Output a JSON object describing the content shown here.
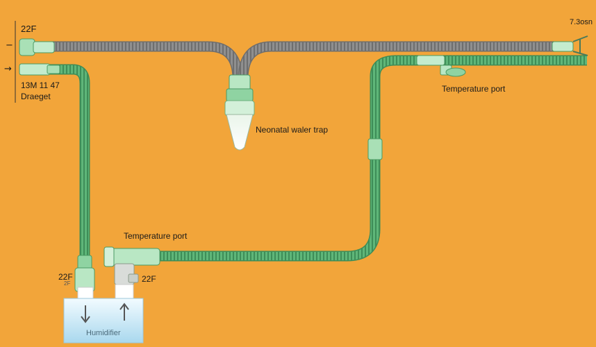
{
  "labels": {
    "top_left_size": "22F",
    "top_right_size": "7.3osn",
    "model_code": "13M 11 47",
    "brand": "Draeget",
    "water_trap": "Neonatal waler trap",
    "temp_port_right": "Temperature port",
    "temp_port_bottom": "Temperature port",
    "humidifier_left_size": "22F",
    "humidifier_left_small": "2F",
    "humidifier_right_size": "22F",
    "humidifier": "Humidifier"
  },
  "markers": {
    "expiratory": "−",
    "inspiratory": "→"
  },
  "colors": {
    "background": "#f2a53a",
    "expiratory_tube": "#8c8c8c",
    "inspiratory_tube": "#4fa86a",
    "connector": "#9fdcae",
    "humidifier_water": "#bfe3f2"
  }
}
